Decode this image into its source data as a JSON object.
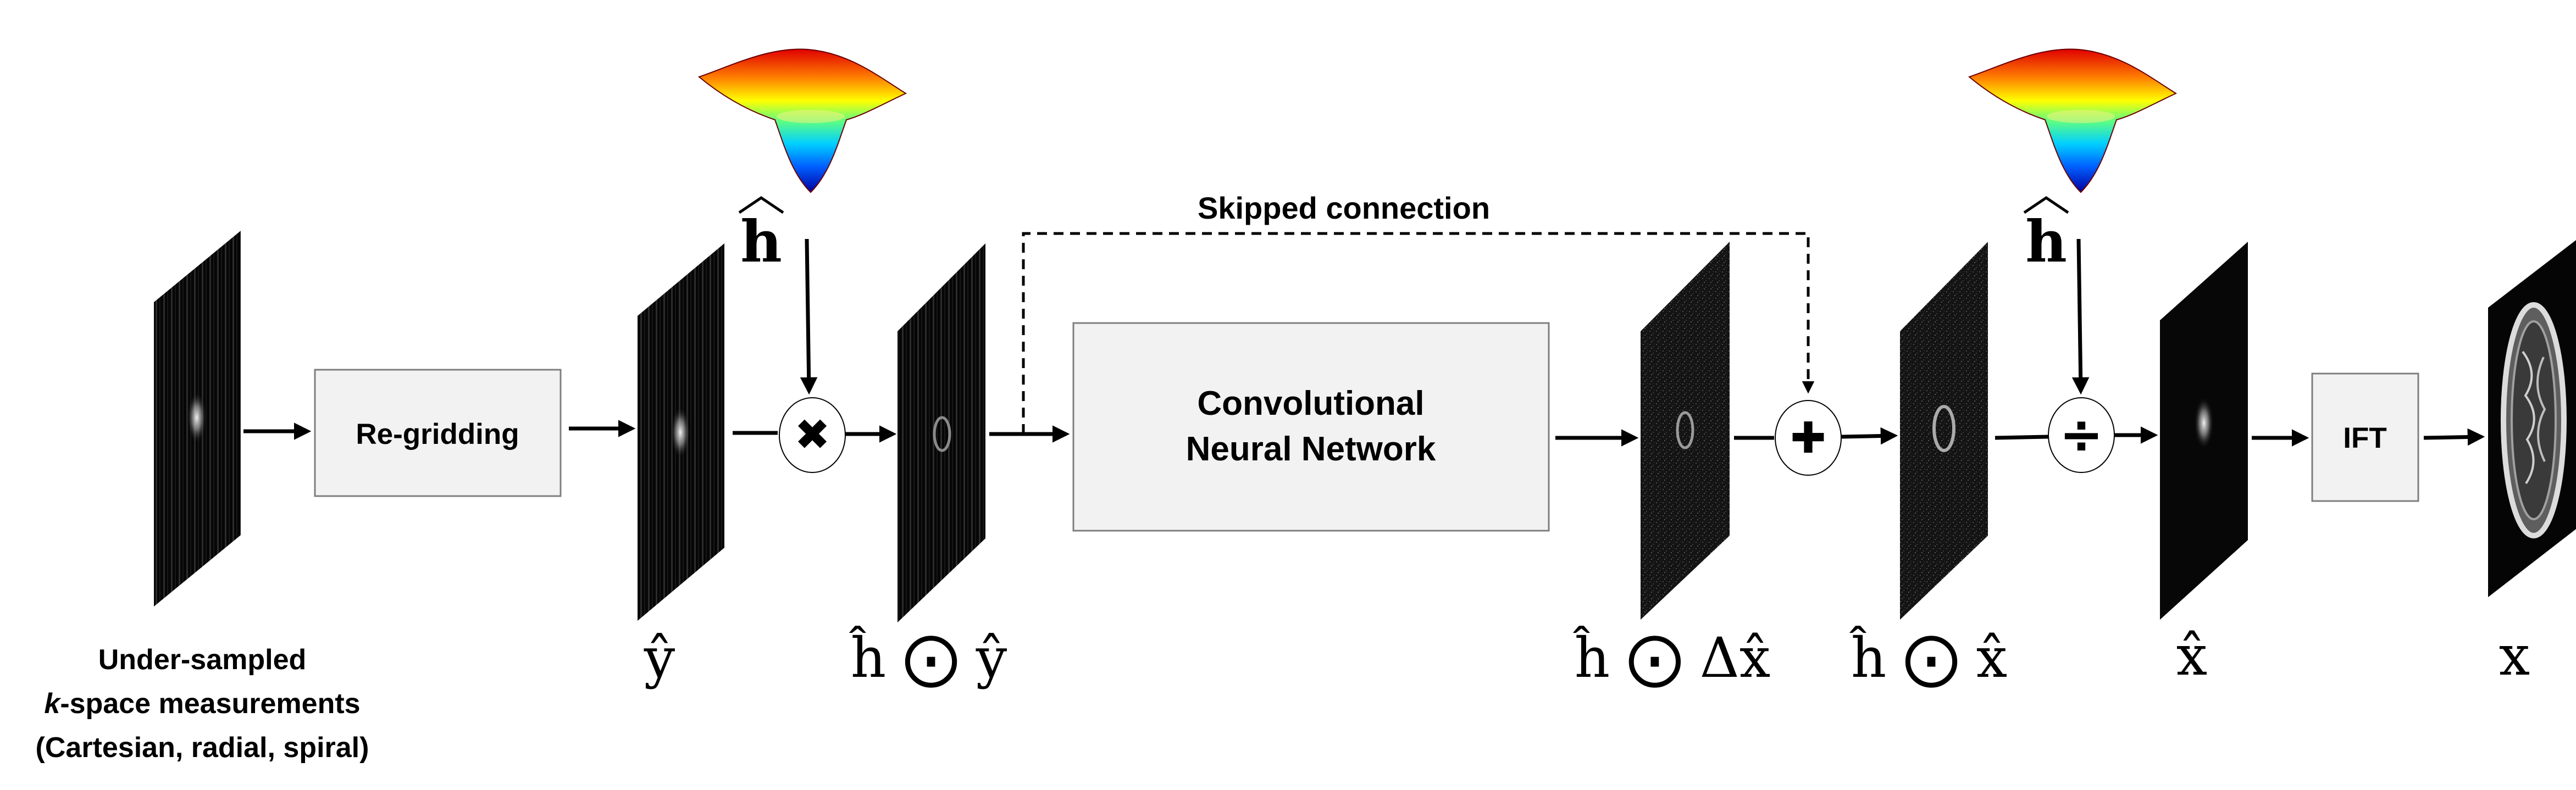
{
  "input_caption": {
    "line1": "Under-sampled",
    "line2_italic": "k",
    "line2_rest": "-space measurements",
    "line3": "(Cartesian, radial, spiral)"
  },
  "blocks": {
    "regridding": "Re-gridding",
    "cnn_line1": "Convolutional",
    "cnn_line2": "Neural Network",
    "ift": "IFT"
  },
  "skip_label": "Skipped connection",
  "symbols": {
    "h_hat_1": "h",
    "h_hat_2": "h",
    "y_hat": "ŷ",
    "h_odot_y": "ĥ ⨀ ŷ",
    "h_odot_dx": "ĥ ⨀ Δx̂",
    "h_odot_x": "ĥ ⨀ x̂",
    "x_hat": "x̂",
    "x": "x"
  },
  "operators": {
    "multiply": "✖",
    "add": "✚",
    "divide": "÷"
  },
  "icons": [
    "gaussian-surface-icon",
    "kspace-slice-icon",
    "mri-brain-slice-icon"
  ],
  "colors": {
    "box_fill": "#f2f2f2",
    "box_stroke": "#7f7f7f",
    "colormap": [
      "#0000a0",
      "#0060ff",
      "#00d0ff",
      "#60ff80",
      "#ffff00",
      "#ff8000",
      "#e00000"
    ]
  }
}
